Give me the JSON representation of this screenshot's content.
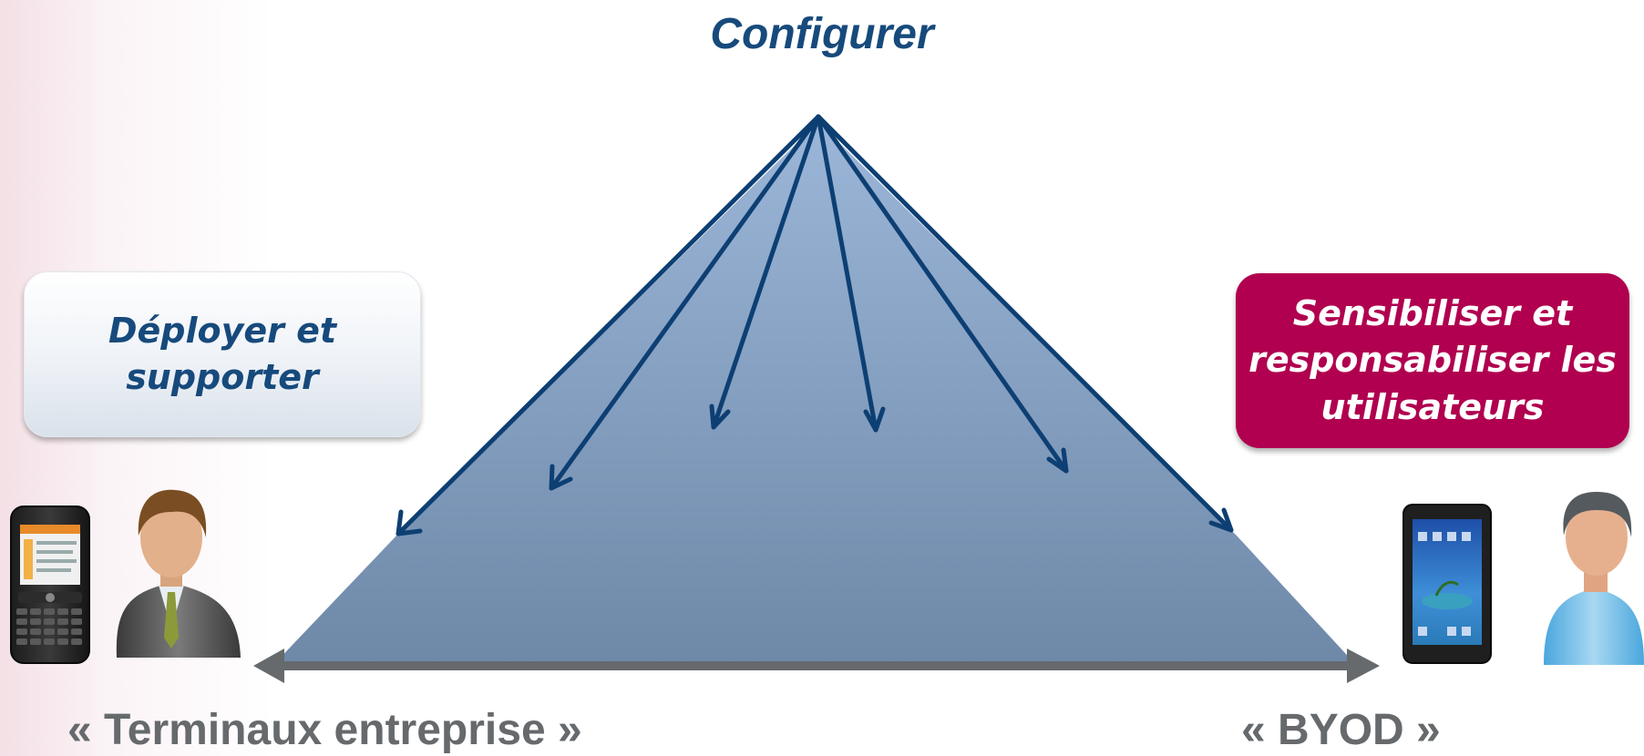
{
  "title": "Configurer",
  "left_box": {
    "text": "Déployer et\nsupporter"
  },
  "right_box": {
    "text": "Sensibiliser et\nresponsabiliser les\nutilisateurs"
  },
  "bottom_left_label": "« Terminaux entreprise »",
  "bottom_right_label": "« BYOD »",
  "icons": {
    "left_device": "smartphone-icon",
    "left_person": "businessman-icon",
    "right_device": "tablet-icon",
    "right_person": "user-icon"
  },
  "colors": {
    "title": "#174a7c",
    "arrows": "#0d3f73",
    "triangle_top": "#9bb6d8",
    "triangle_bottom": "#6e88a8",
    "right_box": "#b0004f",
    "axis": "#666a6d",
    "bottom_label": "#666a6d"
  }
}
